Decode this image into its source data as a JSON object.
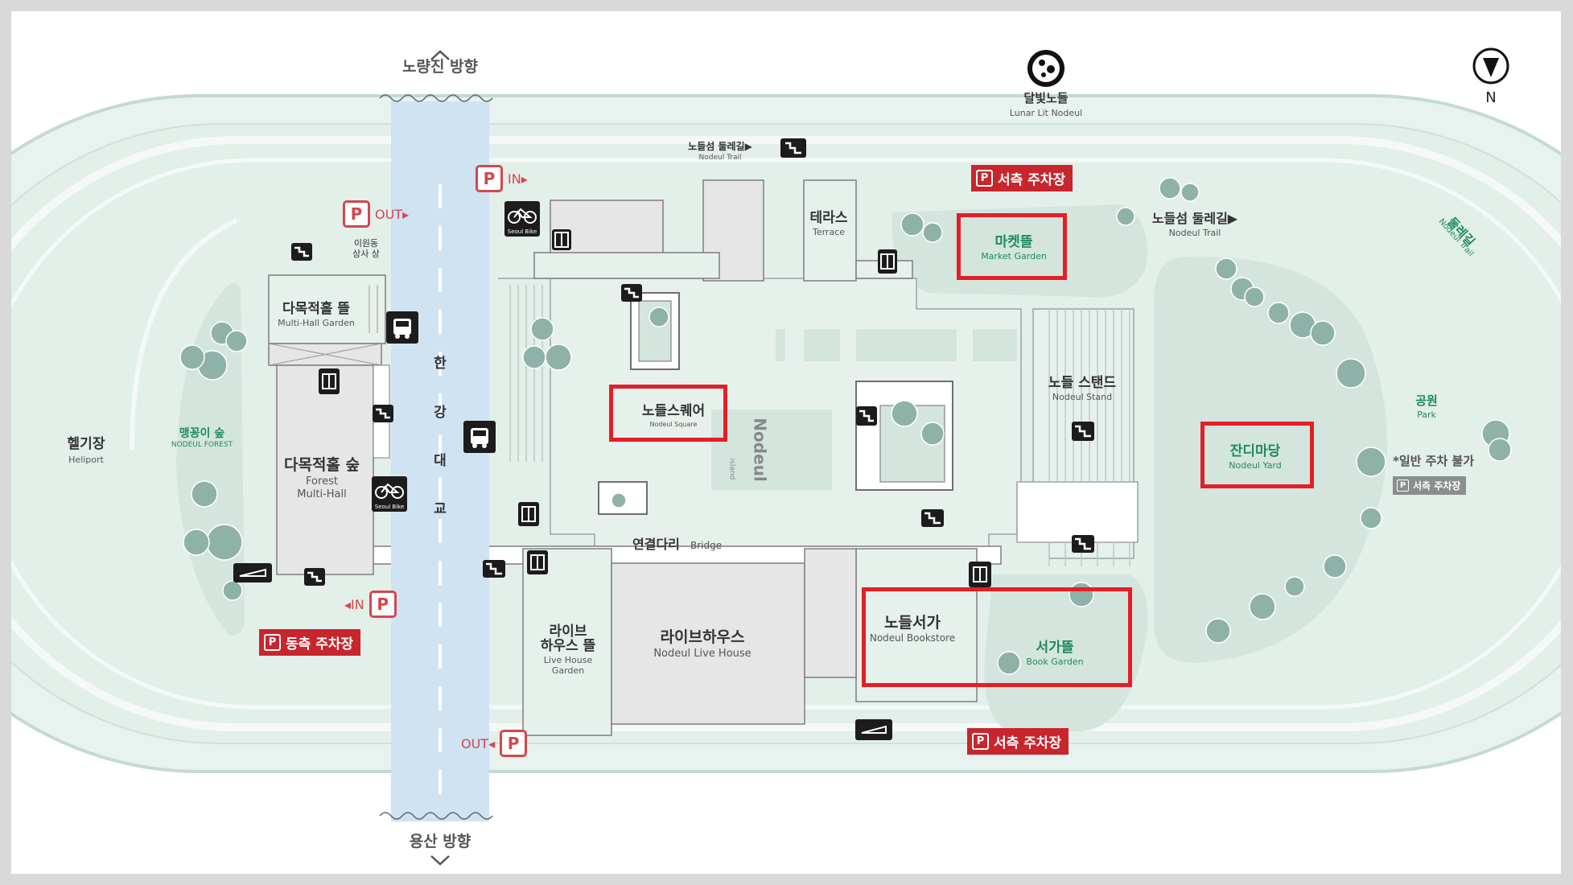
{
  "map": {
    "direction_top": "노량진 방향",
    "direction_bottom": "용산 방향",
    "compass_label": "N",
    "bridge_name_chars": [
      "한",
      "강",
      "대",
      "교"
    ],
    "bridge_connector": {
      "ko": "연결다리",
      "en": "Bridge"
    }
  },
  "places": {
    "lunar": {
      "ko": "달빛노들",
      "en": "Lunar Lit Nodeul"
    },
    "trail_top": {
      "ko": "노들섬 둘레길▶",
      "en": "Nodeul Trail"
    },
    "trail_right": {
      "ko": "노들섬 둘레길▶",
      "en": "Nodeul Trail"
    },
    "trail_curve": {
      "ko": "둘레길",
      "en": "Nodeul Trail"
    },
    "terrace": {
      "ko": "테라스",
      "en": "Terrace"
    },
    "market_garden": {
      "ko": "마켓뜰",
      "en": "Market Garden"
    },
    "nodeul_square": {
      "ko": "노들스퀘어",
      "en": "Nodeul Square"
    },
    "nodeul_island": {
      "ko": "Nodeul",
      "en": "island"
    },
    "nodeul_stand": {
      "ko": "노들 스탠드",
      "en": "Nodeul Stand"
    },
    "nodeul_yard": {
      "ko": "잔디마당",
      "en": "Nodeul Yard"
    },
    "park": {
      "ko": "공원",
      "en": "Park"
    },
    "no_parking": "*일반 주차 불가",
    "multi_hall_garden": {
      "ko": "다목적홀 뜰",
      "en": "Multi-Hall Garden"
    },
    "multi_hall": {
      "ko": "다목적홀 숲",
      "en1": "Forest",
      "en2": "Multi-Hall"
    },
    "maengkkongi": {
      "ko": "맹꽁이 숲",
      "en": "NODEUL FOREST"
    },
    "heliport": {
      "ko": "헬기장",
      "en": "Heliport"
    },
    "iwondong": {
      "line1": "이원동",
      "line2": "상사 상"
    },
    "live_house_garden": {
      "ko1": "라이브",
      "ko2": "하우스 뜰",
      "en1": "Live House",
      "en2": "Garden"
    },
    "live_house": {
      "ko": "라이브하우스",
      "en": "Nodeul Live House"
    },
    "bookstore": {
      "ko": "노들서가",
      "en": "Nodeul Bookstore"
    },
    "book_garden": {
      "ko": "서가뜰",
      "en": "Book Garden"
    }
  },
  "parking": {
    "in_top": "IN▸",
    "out_top": "OUT▸",
    "in_bottom": "◂IN",
    "out_bottom": "OUT◂",
    "p_letter": "P",
    "west_top": "서측 주차장",
    "west_bottom": "서측 주차장",
    "east": "동측 주차장",
    "park_parking": "서측 주차장"
  },
  "icons": {
    "seoul_bike_label": "Seoul Bike",
    "names": [
      "bicycle-icon",
      "stairs-icon",
      "elevator-icon",
      "bus-icon",
      "ramp-icon",
      "moon-icon",
      "compass-icon"
    ]
  },
  "colors": {
    "ground": "#e3efe9",
    "building": "#e6e6e6",
    "river": "#cfe3f3",
    "trees": "#8fb2a8",
    "highlight": "#e41e26",
    "parking_red": "#c8252c"
  }
}
